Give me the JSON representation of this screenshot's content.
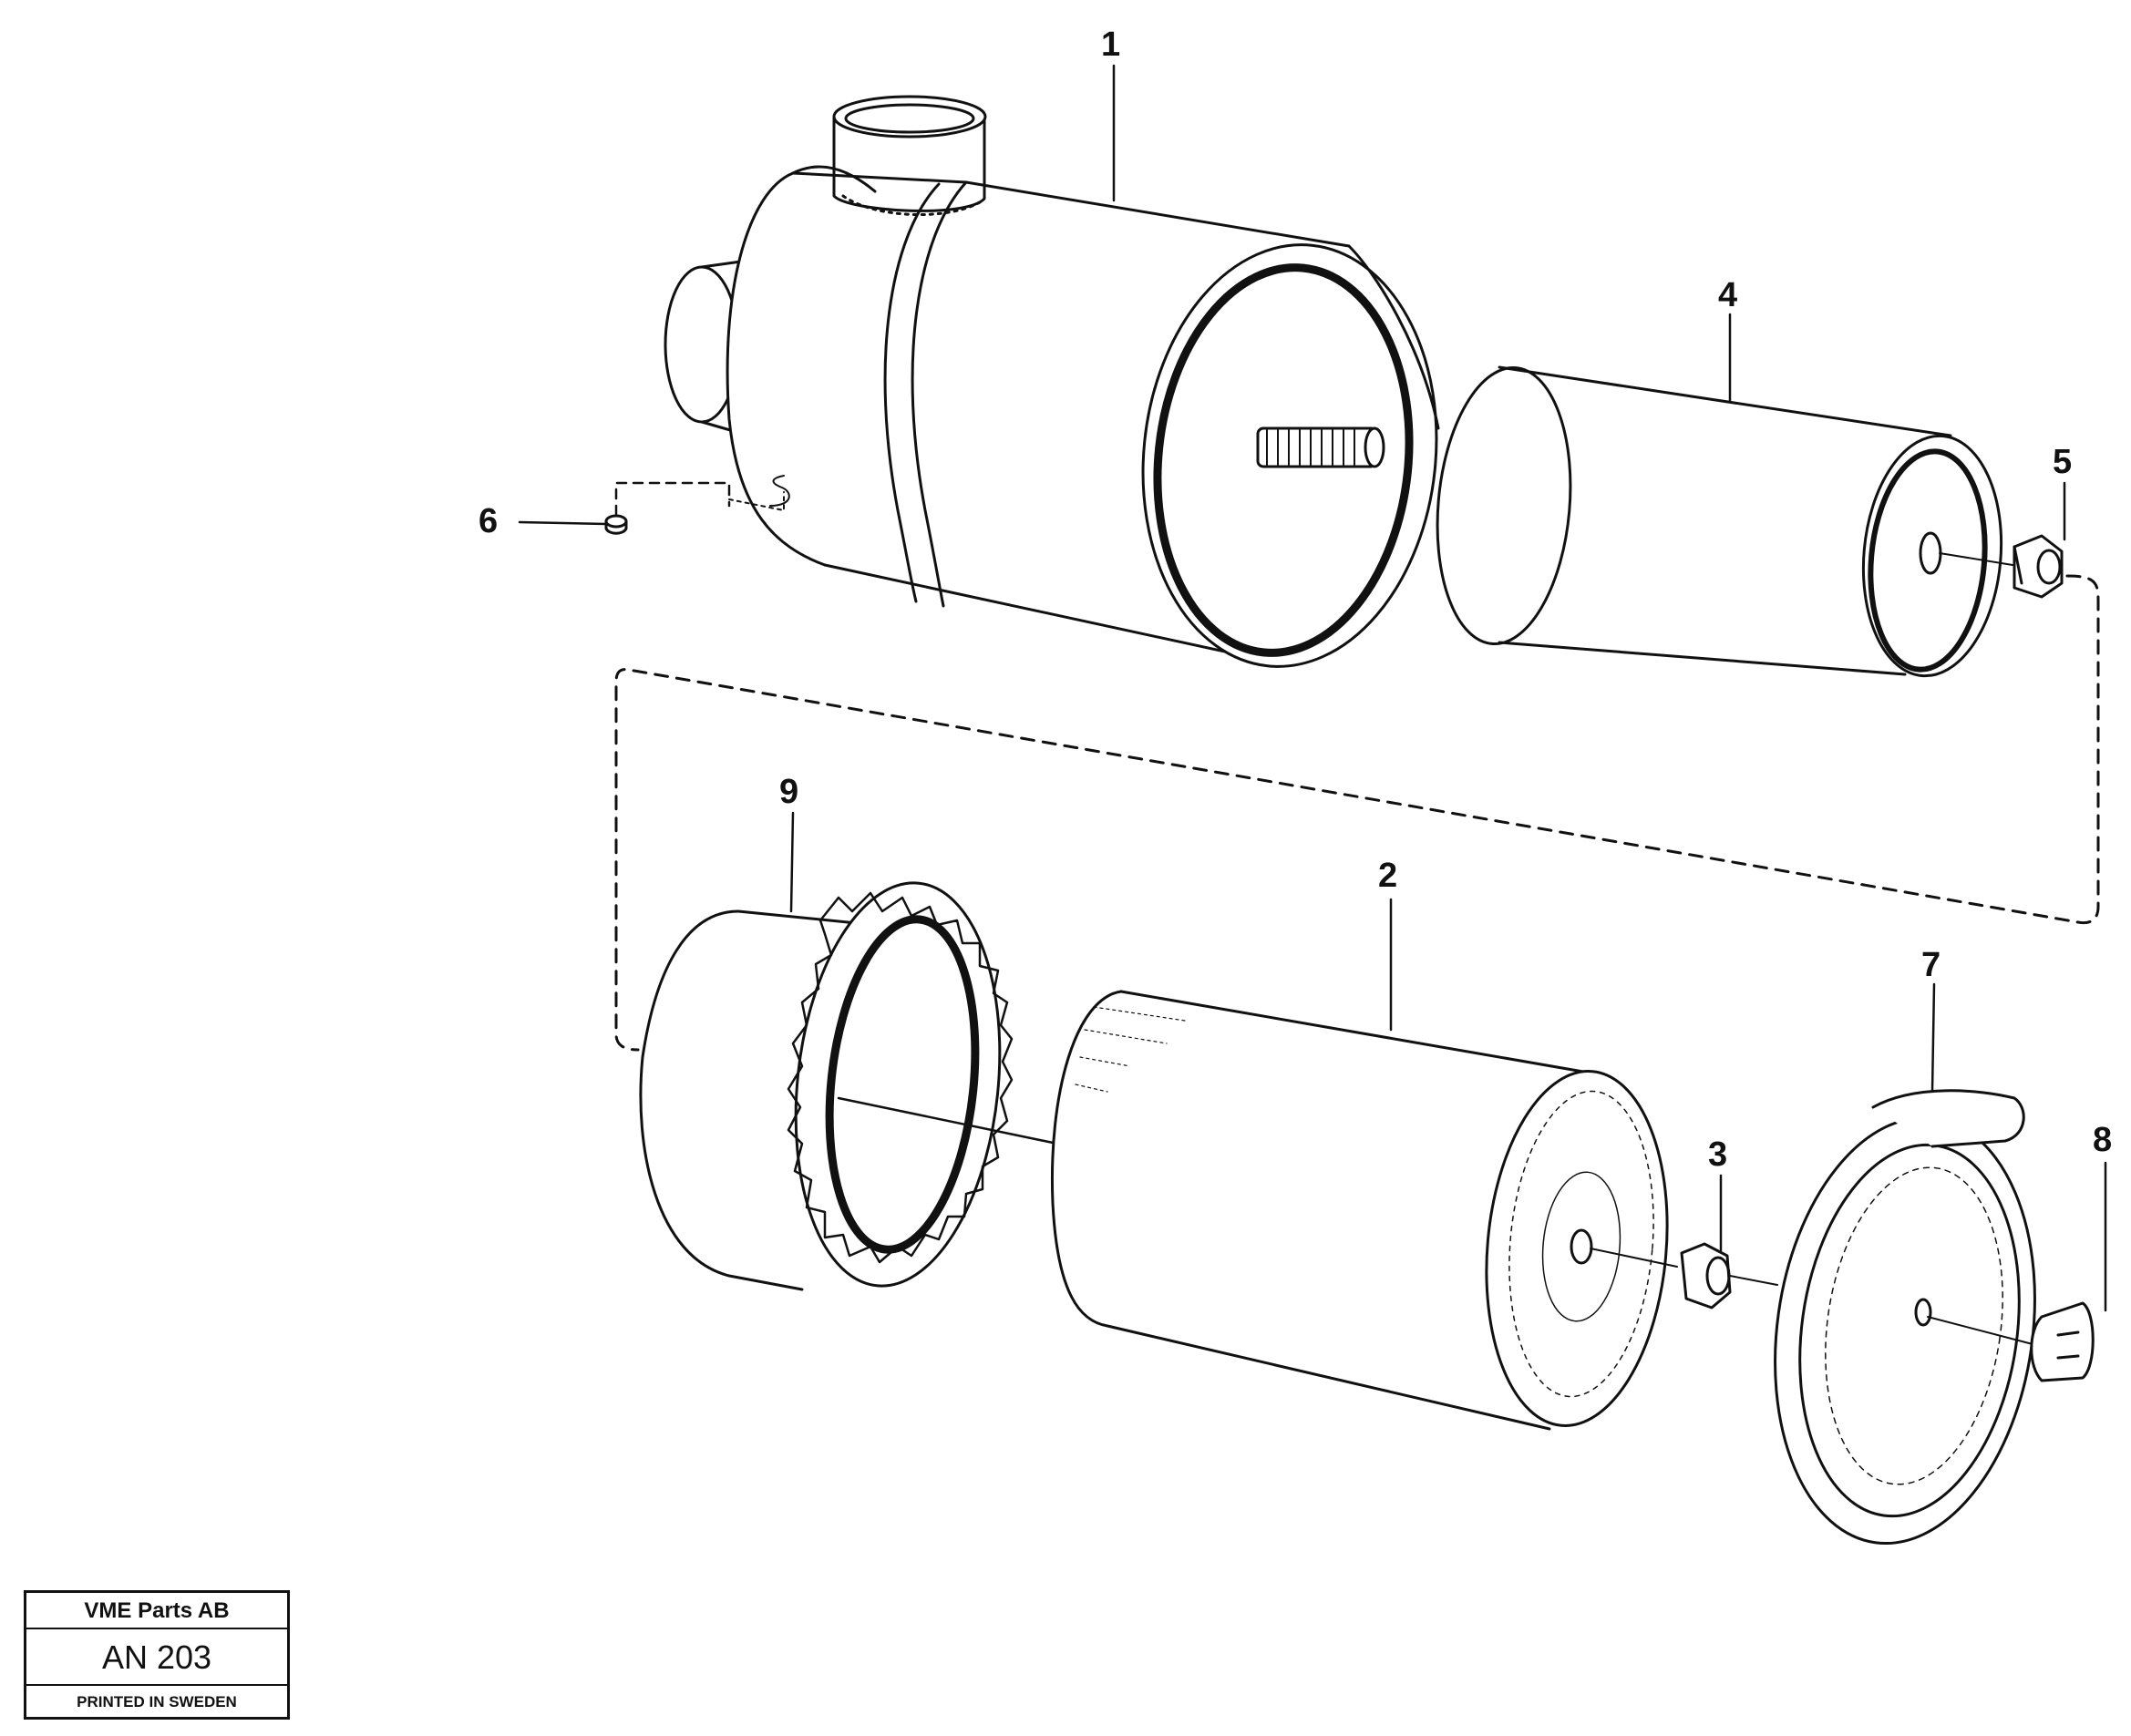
{
  "callouts": [
    {
      "id": "1",
      "label": "1",
      "part": "air-cleaner-housing"
    },
    {
      "id": "2",
      "label": "2",
      "part": "filter-element"
    },
    {
      "id": "3",
      "label": "3",
      "part": "nut"
    },
    {
      "id": "4",
      "label": "4",
      "part": "safety-filter-cartridge"
    },
    {
      "id": "5",
      "label": "5",
      "part": "nut"
    },
    {
      "id": "6",
      "label": "6",
      "part": "plug"
    },
    {
      "id": "7",
      "label": "7",
      "part": "end-cover"
    },
    {
      "id": "8",
      "label": "8",
      "part": "wing-nut"
    },
    {
      "id": "9",
      "label": "9",
      "part": "pre-cleaner"
    }
  ],
  "title_block": {
    "company": "VME Parts AB",
    "drawing_code": "AN 203",
    "printed": "PRINTED IN SWEDEN"
  }
}
